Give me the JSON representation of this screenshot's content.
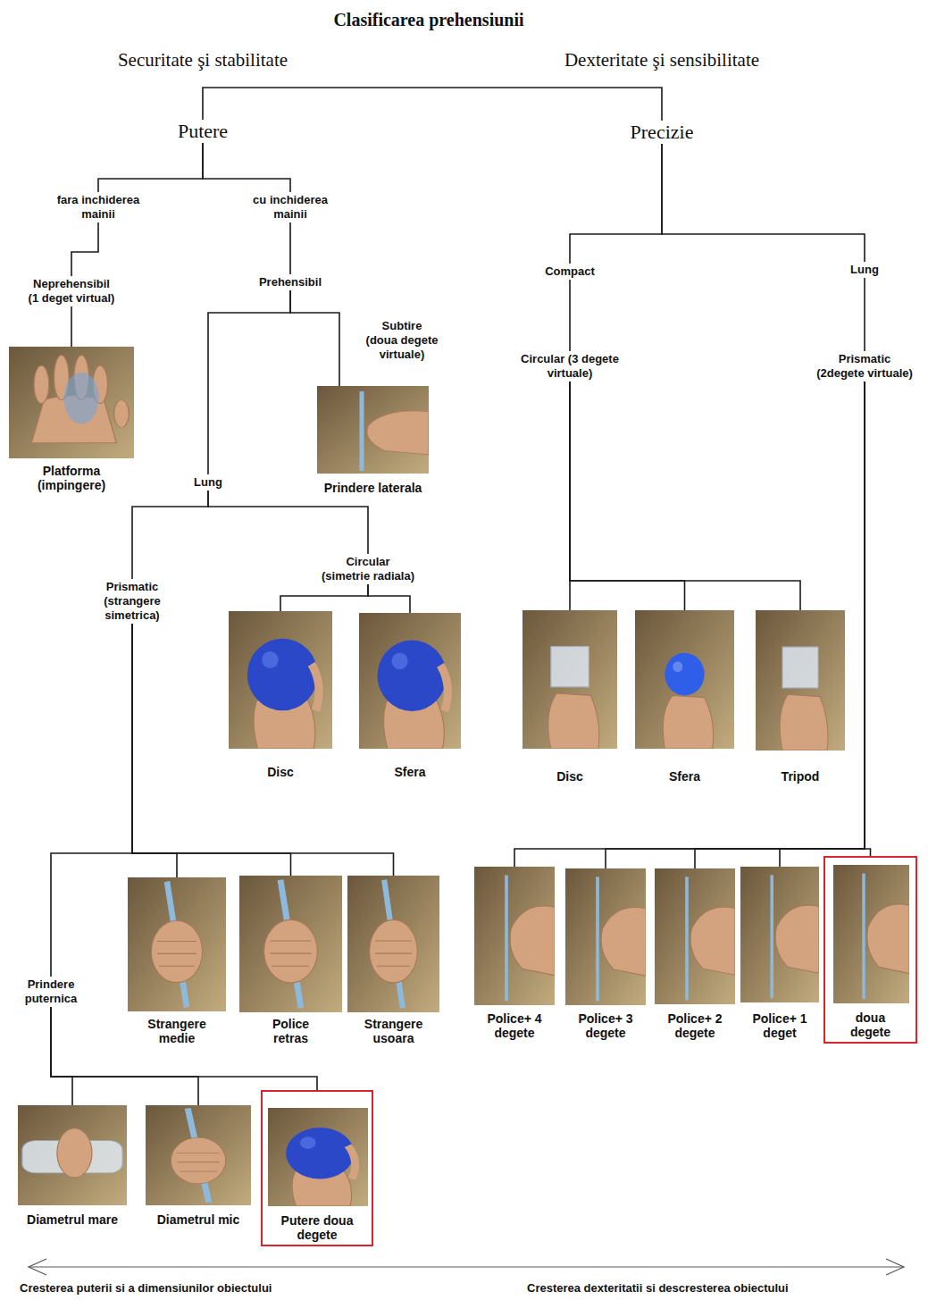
{
  "diagram": {
    "title": "Clasificarea prehensiunii",
    "nodes": [
      {
        "text": [
          "Putere"
        ]
      },
      {
        "text": [
          "Precizie"
        ]
      },
      {
        "text": [
          "fara inchiderea mainii"
        ]
      },
      {
        "text": [
          "cu inchiderea mainii"
        ]
      },
      {
        "text": [
          "Compact"
        ]
      },
      {
        "text": [
          "Lung"
        ]
      },
      {
        "text": [
          "Neprehensibil (1 deget virtual)"
        ]
      },
      {
        "text": [
          "Prehensibil"
        ]
      },
      {
        "text": [
          "Circular (3 degete virtuale)"
        ]
      },
      {
        "text": [
          "Prismatic (2degete virtuale)"
        ]
      },
      {
        "text": [
          "Platforma (impingere)"
        ]
      },
      {
        "text": [
          "Prindere laterala"
        ]
      },
      {
        "text": [
          "Lung"
        ]
      },
      {
        "text": [
          "Circular (simetrie radiala)"
        ]
      },
      {
        "text": [
          "Prismatic (strangere simetrica)"
        ]
      },
      {
        "text": [
          "Disc"
        ]
      },
      {
        "text": [
          "Sfera"
        ]
      },
      {
        "text": [
          "Disc"
        ]
      },
      {
        "text": [
          "Sfera"
        ]
      },
      {
        "text": [
          "Tripod"
        ]
      },
      {
        "text": [
          "Strangere medie"
        ]
      },
      {
        "text": [
          "Police retras"
        ]
      },
      {
        "text": [
          "Strangere usoara"
        ]
      },
      {
        "text": [
          "Police+ 4 degete"
        ]
      },
      {
        "text": [
          "Police+ 3 degete"
        ]
      },
      {
        "text": [
          "Police+ 2 degete"
        ]
      },
      {
        "text": [
          "Police+ 1 deget"
        ]
      },
      {
        "text": [
          "doua degete"
        ]
      },
      {
        "text": [
          "Prindere puternica"
        ]
      },
      {
        "text": [
          "Diametrul mare"
        ]
      },
      {
        "text": [
          "Diametrul mic"
        ]
      },
      {
        "text": [
          "Putere doua degete"
        ]
      }
    ],
    "edges": [
      {
        "from": 0,
        "to": 1,
        "arrow": "none"
      },
      {
        "from": 0,
        "to": 2,
        "arrow": "none"
      },
      {
        "from": 0,
        "to": 3,
        "arrow": "none"
      },
      {
        "from": 2,
        "to": 6,
        "arrow": "none"
      },
      {
        "from": 6,
        "to": 10,
        "arrow": "none"
      },
      {
        "from": 3,
        "to": 7,
        "arrow": "none"
      },
      {
        "from": 7,
        "to": 12,
        "arrow": "none"
      },
      {
        "from": 7,
        "to": 11,
        "label": "Subtire (doua degete virtuale)",
        "arrow": "none"
      },
      {
        "from": 12,
        "to": 14,
        "arrow": "none"
      },
      {
        "from": 12,
        "to": 13,
        "arrow": "none"
      },
      {
        "from": 13,
        "to": 15,
        "arrow": "none"
      },
      {
        "from": 13,
        "to": 16,
        "arrow": "none"
      },
      {
        "from": 14,
        "to": 28,
        "arrow": "none"
      },
      {
        "from": 14,
        "to": 20,
        "arrow": "none"
      },
      {
        "from": 14,
        "to": 21,
        "arrow": "none"
      },
      {
        "from": 14,
        "to": 22,
        "arrow": "none"
      },
      {
        "from": 28,
        "to": 29,
        "arrow": "none"
      },
      {
        "from": 28,
        "to": 30,
        "arrow": "none"
      },
      {
        "from": 28,
        "to": 31,
        "arrow": "none"
      },
      {
        "from": 1,
        "to": 4,
        "arrow": "none"
      },
      {
        "from": 1,
        "to": 5,
        "arrow": "none"
      },
      {
        "from": 4,
        "to": 8,
        "arrow": "none"
      },
      {
        "from": 5,
        "to": 9,
        "arrow": "none"
      },
      {
        "from": 8,
        "to": 17,
        "arrow": "none"
      },
      {
        "from": 8,
        "to": 18,
        "arrow": "none"
      },
      {
        "from": 8,
        "to": 19,
        "arrow": "none"
      },
      {
        "from": 9,
        "to": 23,
        "arrow": "none"
      },
      {
        "from": 9,
        "to": 24,
        "arrow": "none"
      },
      {
        "from": 9,
        "to": 25,
        "arrow": "none"
      },
      {
        "from": 9,
        "to": 26,
        "arrow": "none"
      },
      {
        "from": 9,
        "to": 27,
        "arrow": "none"
      }
    ],
    "labels": [
      "Securitate şi stabilitate",
      "Dexteritate şi sensibilitate",
      "Cresterea puterii si a dimensiunilor obiectului",
      "Cresterea dexteritatii si descresterea obiectului"
    ]
  }
}
